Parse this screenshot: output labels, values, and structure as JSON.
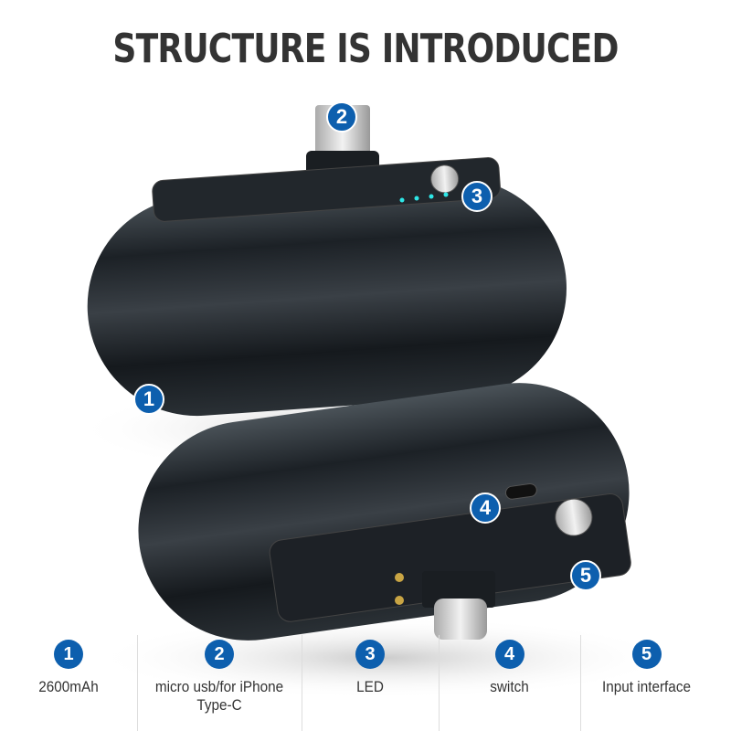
{
  "title": "STRUCTURE IS INTRODUCED",
  "accent_color": "#0d5fae",
  "callouts": [
    "1",
    "2",
    "3",
    "4",
    "5"
  ],
  "legend": [
    {
      "number": "1",
      "label": "2600mAh"
    },
    {
      "number": "2",
      "label": "micro usb/for iPhone",
      "label2": "Type-C"
    },
    {
      "number": "3",
      "label": "LED"
    },
    {
      "number": "4",
      "label": "switch"
    },
    {
      "number": "5",
      "label": "Input interface"
    }
  ]
}
